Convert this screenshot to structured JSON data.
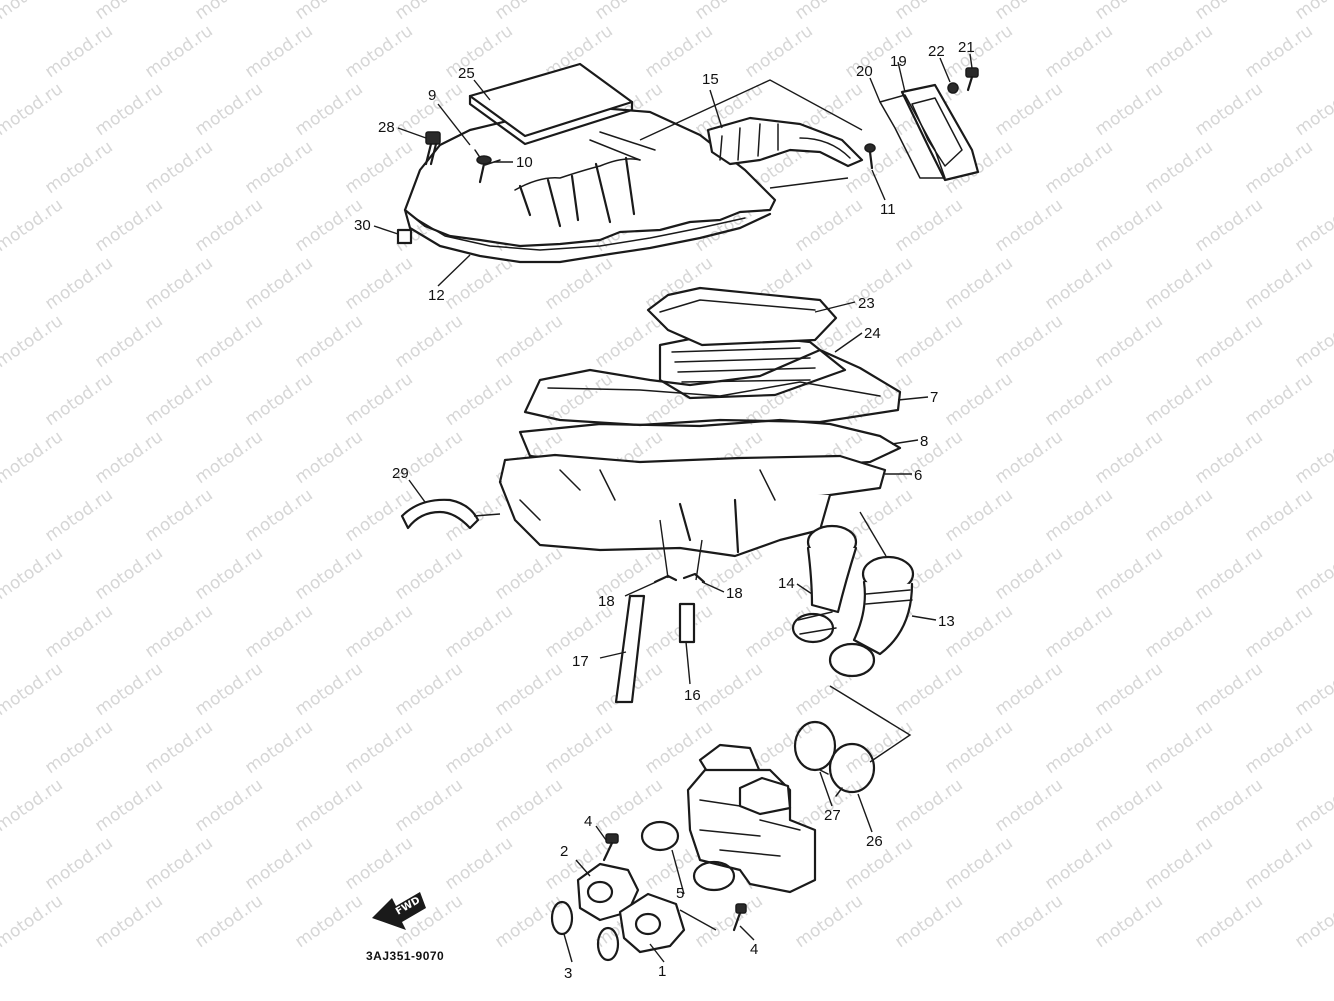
{
  "diagram_code": "3AJ351-9070",
  "watermark_text": "motod.ru",
  "direction_label": "FWD",
  "colors": {
    "line": "#1a1a1a",
    "watermark": "#d6d6d6",
    "background": "#ffffff"
  },
  "part_labels": {
    "p1": "1",
    "p2": "2",
    "p3": "3",
    "p4a": "4",
    "p4b": "4",
    "p5": "5",
    "p6": "6",
    "p7": "7",
    "p8": "8",
    "p9": "9",
    "p10": "10",
    "p11": "11",
    "p12": "12",
    "p13": "13",
    "p14": "14",
    "p15": "15",
    "p16": "16",
    "p17": "17",
    "p18a": "18",
    "p18b": "18",
    "p19": "19",
    "p20": "20",
    "p21": "21",
    "p22": "22",
    "p23": "23",
    "p24": "24",
    "p25": "25",
    "p26": "26",
    "p27": "27",
    "p28": "28",
    "p29": "29",
    "p30": "30"
  }
}
